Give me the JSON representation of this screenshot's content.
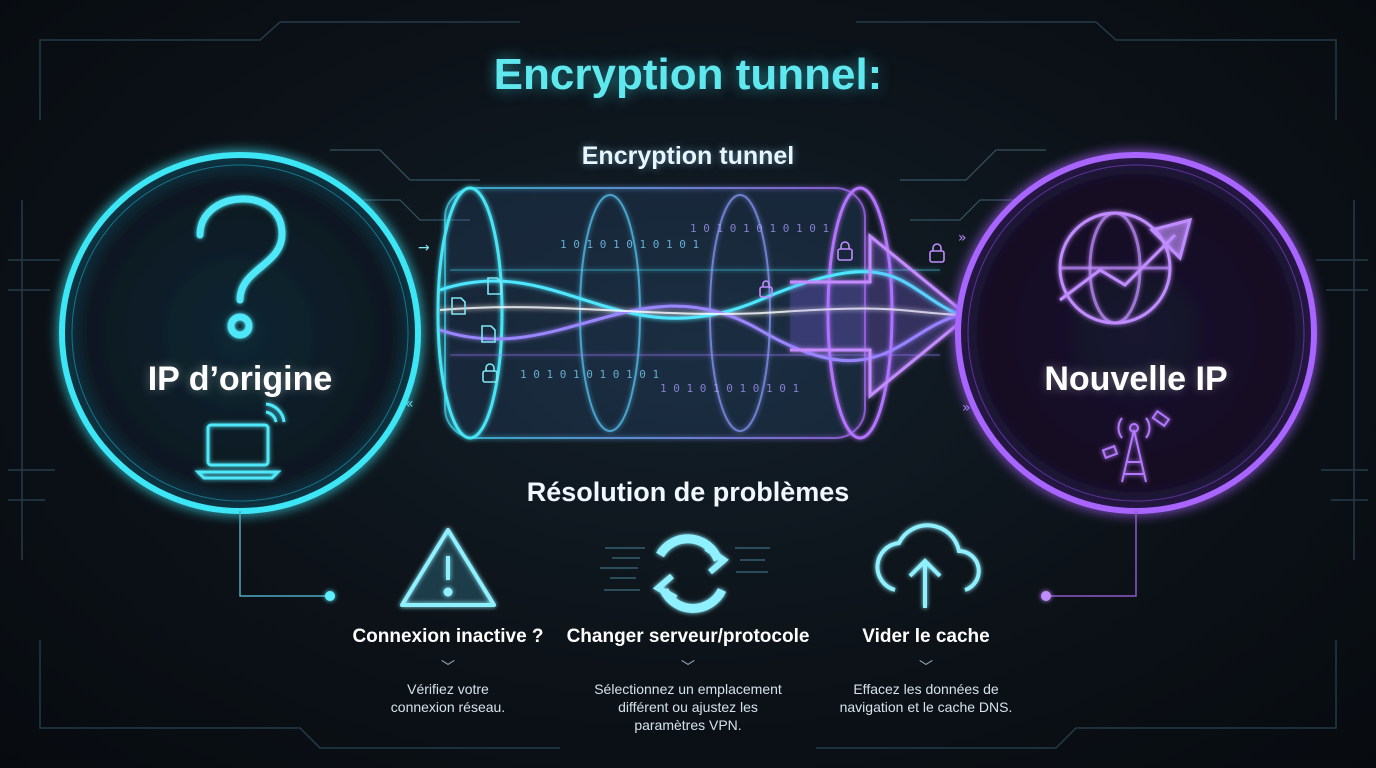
{
  "title": "Encryption tunnel:",
  "tunnel": {
    "label": "Encryption tunnel"
  },
  "origin": {
    "label": "IP d’origine"
  },
  "destination": {
    "label": "Nouvelle IP"
  },
  "troubleshooting": {
    "title": "Résolution de problèmes",
    "items": [
      {
        "icon": "warning-icon",
        "title": "Connexion inactive ?",
        "chevron": "﹀",
        "desc_lines": [
          "Vérifiez votre",
          "connexion réseau."
        ]
      },
      {
        "icon": "refresh-icon",
        "title": "Changer serveur/protocole",
        "chevron": "﹀",
        "desc_lines": [
          "Sélectionnez un emplacement",
          "différent ou ajustez les",
          "paramètres VPN."
        ]
      },
      {
        "icon": "cloud-upload-icon",
        "title": "Vider le cache",
        "chevron": "﹀",
        "desc_lines": [
          "Effacez les données de",
          "navigation et le cache DNS."
        ]
      }
    ]
  },
  "colors": {
    "cyan": "#38e0f0",
    "purple": "#a35cff",
    "background": "#0c1218"
  },
  "binary_text": "1 0 1 0 1 0 1 0 1 0 1"
}
